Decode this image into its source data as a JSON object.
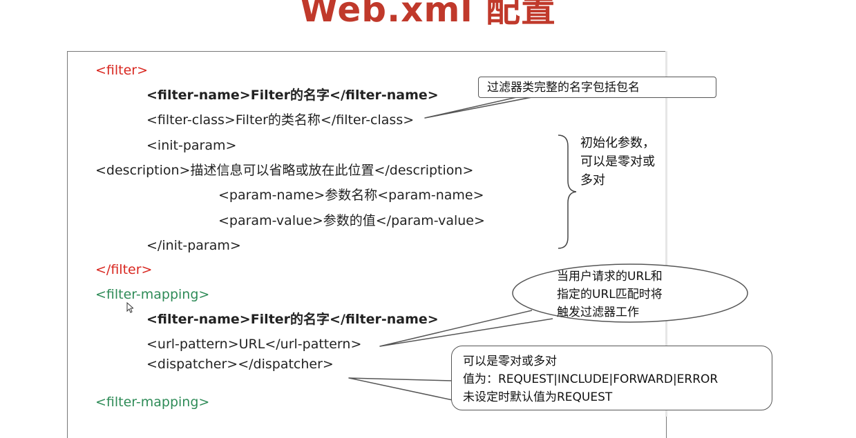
{
  "slide": {
    "title": "Web.xml 配置"
  },
  "code_lines": {
    "filter_open": "<filter>",
    "filter_name_1": "<filter-name>Filter的名字</filter-name>",
    "filter_class": "<filter-class>Filter的类名称</filter-class>",
    "init_param_open": "<init-param>",
    "description": "<description>描述信息可以省略或放在此位置</description>",
    "param_name": "<param-name>参数名称<param-name>",
    "param_value": "<param-value>参数的值</param-value>",
    "init_param_close": "</init-param>",
    "filter_close": "</filter>",
    "mapping_open": "<filter-mapping>",
    "filter_name_2": "<filter-name>Filter的名字</filter-name>",
    "url_pattern": "<url-pattern>URL</url-pattern>",
    "dispatcher": "<dispatcher></dispatcher>",
    "mapping_close": "<filter-mapping>"
  },
  "annotations": {
    "class_callout": "过滤器类完整的名字包括包名",
    "init_note": [
      "初始化参数，",
      "可以是零对或",
      "多对"
    ],
    "url_callout": [
      "当用户请求的URL和",
      "指定的URL匹配时将",
      "触发过滤器工作"
    ],
    "dispatcher_callout": [
      "可以是零对或多对",
      "值为：REQUEST|INCLUDE|FORWARD|ERROR",
      "未设定时默认值为REQUEST"
    ]
  },
  "colors": {
    "title": "#c0392b",
    "filter_tag": "#d8261f",
    "mapping_tag": "#2e8b57"
  }
}
